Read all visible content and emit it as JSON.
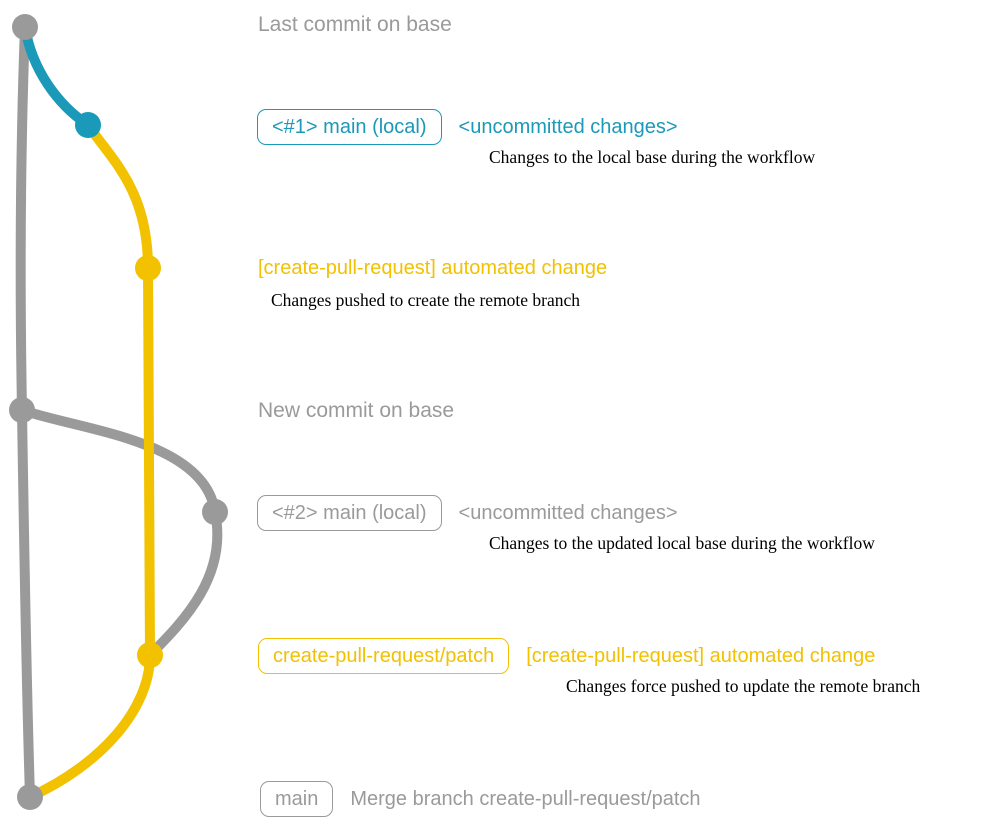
{
  "colors": {
    "gray": "#9a9a9a",
    "teal": "#1b99b8",
    "yellow": "#f2c100",
    "desc": "#000000"
  },
  "annotations": {
    "last_commit_on_base": "Last commit on base",
    "new_commit_on_base": "New commit on base"
  },
  "entries": [
    {
      "badge": "<#1> main (local)",
      "note": "<uncommitted changes>",
      "desc": "Changes to the local base during the workflow"
    },
    {
      "title": "[create-pull-request] automated change",
      "desc": "Changes pushed to create the remote branch"
    },
    {
      "badge": "<#2> main (local)",
      "note": "<uncommitted changes>",
      "desc": "Changes to the updated local base during the workflow"
    },
    {
      "badge": "create-pull-request/patch",
      "note": "[create-pull-request] automated change",
      "desc": "Changes force pushed to update the remote branch"
    },
    {
      "badge": "main",
      "note": "Merge branch create-pull-request/patch"
    }
  ],
  "commits": [
    {
      "name": "last-commit-on-base",
      "color": "gray"
    },
    {
      "name": "main-local-1-uncommitted-changes",
      "color": "teal"
    },
    {
      "name": "create-pull-request-automated-change",
      "color": "yellow"
    },
    {
      "name": "new-commit-on-base",
      "color": "gray"
    },
    {
      "name": "main-local-2-uncommitted-changes",
      "color": "gray"
    },
    {
      "name": "create-pull-request-patch-force-push",
      "color": "yellow"
    },
    {
      "name": "merge-branch-create-pull-request-patch",
      "color": "gray"
    }
  ]
}
